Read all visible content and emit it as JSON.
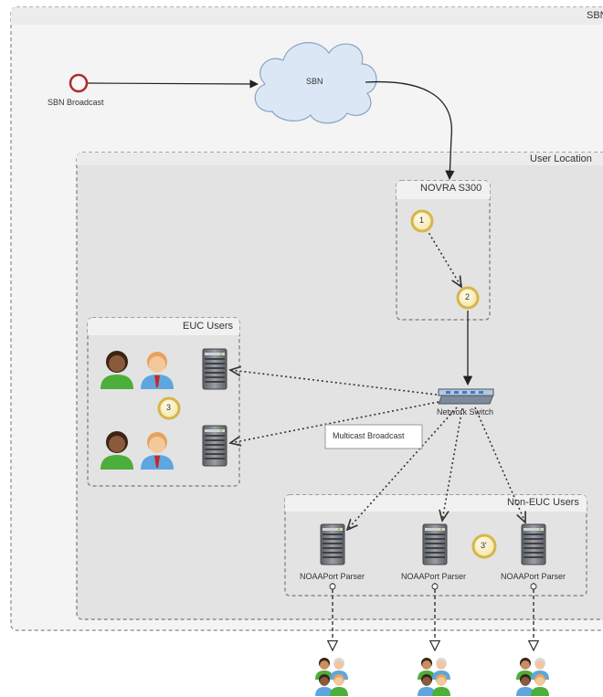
{
  "diagram": {
    "outer_pool_title": "SBN",
    "start_event_label": "SBN Broadcast",
    "cloud_label": "SBN",
    "user_location_title": "User Location",
    "novra_title": "NOVRA S300",
    "step_1": "1",
    "step_2": "2",
    "euc_title": "EUC Users",
    "step_3": "3",
    "network_switch_label": "Network Switch",
    "multicast_label": "Multicast Broadcast",
    "non_euc_title": "Non-EUC Users",
    "step_3b": "3'",
    "parsers": [
      "NOAAPort Parser",
      "NOAAPort Parser",
      "NOAAPort Parser"
    ]
  },
  "colors": {
    "pool_border": "#888888",
    "group_fill": "#e3e3e3",
    "header_fill": "#f1f1f1",
    "badge_gold": "#e8c65a",
    "cloud_fill": "#dbe7f5",
    "event_red": "#c0392b",
    "edge": "#333333"
  },
  "icons": [
    "start-event-icon",
    "cloud-icon",
    "server-icon",
    "person-icon",
    "network-switch-icon",
    "step-badge-icon",
    "people-group-icon"
  ]
}
